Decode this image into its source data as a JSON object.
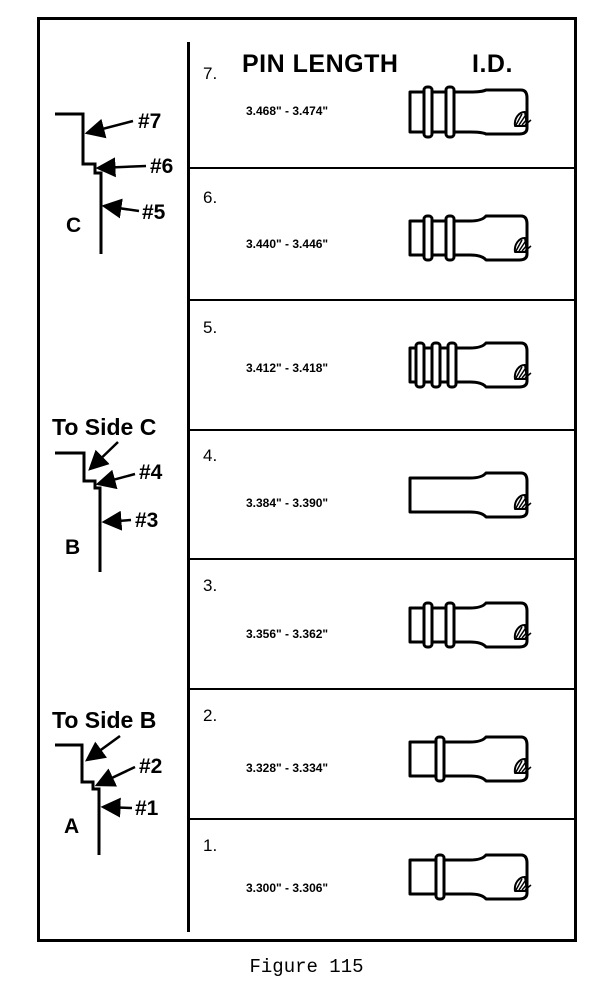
{
  "header": {
    "first_row_number": "7.",
    "pin_length": "PIN LENGTH",
    "id": "I.D."
  },
  "rows": [
    {
      "number": "7.",
      "range": "3.468\" - 3.474\"",
      "rings": 2,
      "thick": true
    },
    {
      "number": "6.",
      "range": "3.440\" - 3.446\"",
      "rings": 2,
      "thick": false
    },
    {
      "number": "5.",
      "range": "3.412\" - 3.418\"",
      "rings": 3,
      "thick": false
    },
    {
      "number": "4.",
      "range": "3.384\" - 3.390\"",
      "rings": 0,
      "thick": false
    },
    {
      "number": "3.",
      "range": "3.356\" - 3.362\"",
      "rings": 2,
      "thick": false
    },
    {
      "number": "2.",
      "range": "3.328\" - 3.334\"",
      "rings": 1,
      "thick": false
    },
    {
      "number": "1.",
      "range": "3.300\" - 3.306\"",
      "rings": 1,
      "thick": false
    }
  ],
  "side_labels": {
    "c_sec": {
      "letter": "C",
      "upper": "#7",
      "middle": "#6",
      "lower": "#5"
    },
    "b_sec": {
      "title": "To Side C",
      "letter": "B",
      "upper": "#4",
      "lower": "#3"
    },
    "a_sec": {
      "title": "To Side B",
      "letter": "A",
      "upper": "#2",
      "lower": "#1"
    }
  },
  "caption": "Figure 115"
}
